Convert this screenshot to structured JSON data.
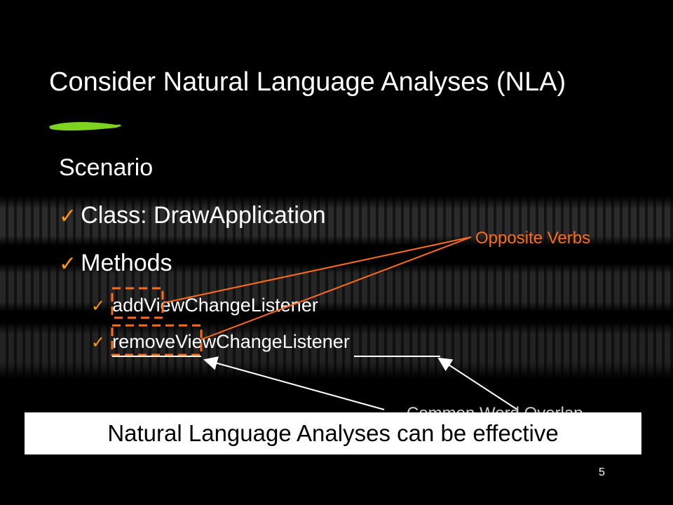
{
  "slide": {
    "title": "Consider Natural Language Analyses (NLA)",
    "scenario_label": "Scenario",
    "bullets": {
      "class": "Class: DrawApplication",
      "methods": "Methods",
      "method_items": [
        "addViewChangeListener",
        "removeViewChangeListener"
      ]
    },
    "annotations": {
      "opposite_verbs": "Opposite Verbs",
      "common_word": "Common Word Overlap"
    },
    "conclusion": "Natural Language Analyses can be effective",
    "page_number": "5"
  },
  "colors": {
    "background": "#000000",
    "text": "#ffffff",
    "accent_orange": "#ff6b1a",
    "checkmark": "#ff9900",
    "brush_green": "#7ed321",
    "banner_bg": "#ffffff"
  },
  "icons": {
    "bullet": "checkmark-icon",
    "decoration": "green-brushstroke"
  }
}
